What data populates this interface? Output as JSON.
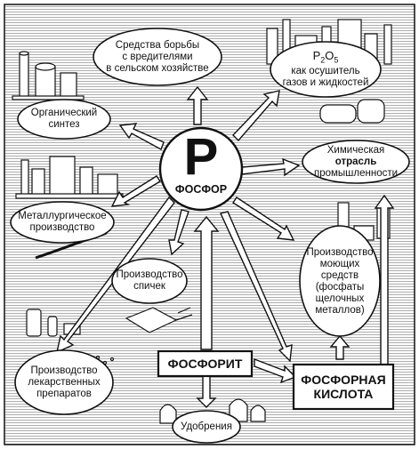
{
  "center": {
    "symbol": "P",
    "name": "ФОСФОР"
  },
  "nodes": {
    "pest_control": "Средства борьбы\nс вредителями\nв сельском хозяйстве",
    "desiccant_formula": "P2O5",
    "desiccant_formula_parts": {
      "p": "P",
      "p_sub": "2",
      "o": "O",
      "o_sub": "5"
    },
    "desiccant_text": "как осушитель\nгазов и жидкостей",
    "organic_synthesis": "Органический\nсинтез",
    "chemical_industry_1": "Химическая",
    "chemical_industry_2": "отрасль",
    "chemical_industry_3": "промышленности",
    "metallurgy": "Металлургическое\nпроизводство",
    "matches": "Производство\nспичек",
    "detergents": "Производство\nмоющих\nсредств\n(фосфаты\nщелочных\nметаллов)",
    "pharma": "Производство\nлекарственных\nпрепаратов",
    "phosphorite": "ФОСФОРИТ",
    "phosphoric_acid": "ФОСФОРНАЯ\nКИСЛОТА",
    "fertilizers": "Удобрения"
  },
  "colors": {
    "line": "#111111",
    "fill": "#ffffff",
    "hatch": "#8a8a8a"
  },
  "icons": [
    "factory-illustration",
    "match-box-illustration",
    "medicine-illustration",
    "fertilizer-bags-illustration",
    "pipe-illustration"
  ]
}
